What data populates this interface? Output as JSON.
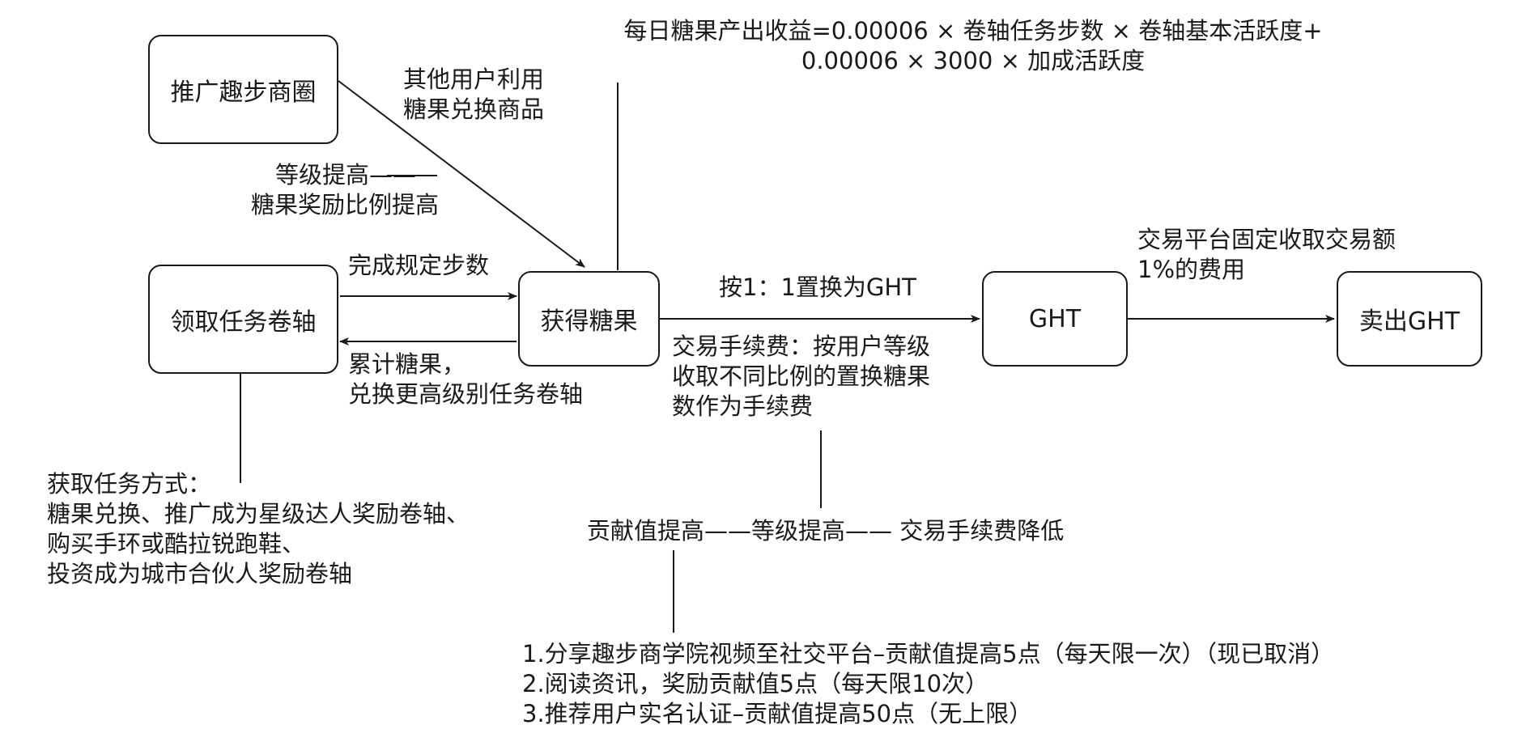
{
  "nodes": {
    "promote": "推广趣步商圈",
    "scroll": "领取任务卷轴",
    "candy": "获得糖果",
    "ght": "GHT",
    "sell": "卖出GHT"
  },
  "labels": {
    "formula": [
      "每日糖果产出收益=0.00006 × 卷轴任务步数 × 卷轴基本活跃度+",
      "0.00006 × 3000 × 加成活跃度"
    ],
    "other_users": [
      "其他用户利用",
      "糖果兑换商品"
    ],
    "level_up": [
      "等级提高——",
      "糖果奖励比例提高"
    ],
    "complete_steps": "完成规定步数",
    "accumulate": [
      "累计糖果，",
      "兑换更高级别任务卷轴"
    ],
    "exchange_rate": "按1：1置换为GHT",
    "fee_rule": [
      "交易手续费：按用户等级",
      "收取不同比例的置换糖果",
      "数作为手续费"
    ],
    "platform_fee": [
      "交易平台固定收取交易额",
      "1%的费用"
    ],
    "task_methods": [
      "获取任务方式：",
      "糖果兑换、推广成为星级达人奖励卷轴、",
      "购买手环或酷拉锐跑鞋、",
      "投资成为城市合伙人奖励卷轴"
    ],
    "contribution_chain": "贡献值提高——等级提高—— 交易手续费降低",
    "contribution_rules": [
      "1.分享趣步商学院视频至社交平台–贡献值提高5点（每天限一次）（现已取消）",
      "2.阅读资讯，奖励贡献值5点（每天限10次）",
      "3.推荐用户实名认证–贡献值提高50点（无上限）"
    ]
  },
  "colors": {
    "ink": "#1a1a1a",
    "background": "#ffffff"
  }
}
